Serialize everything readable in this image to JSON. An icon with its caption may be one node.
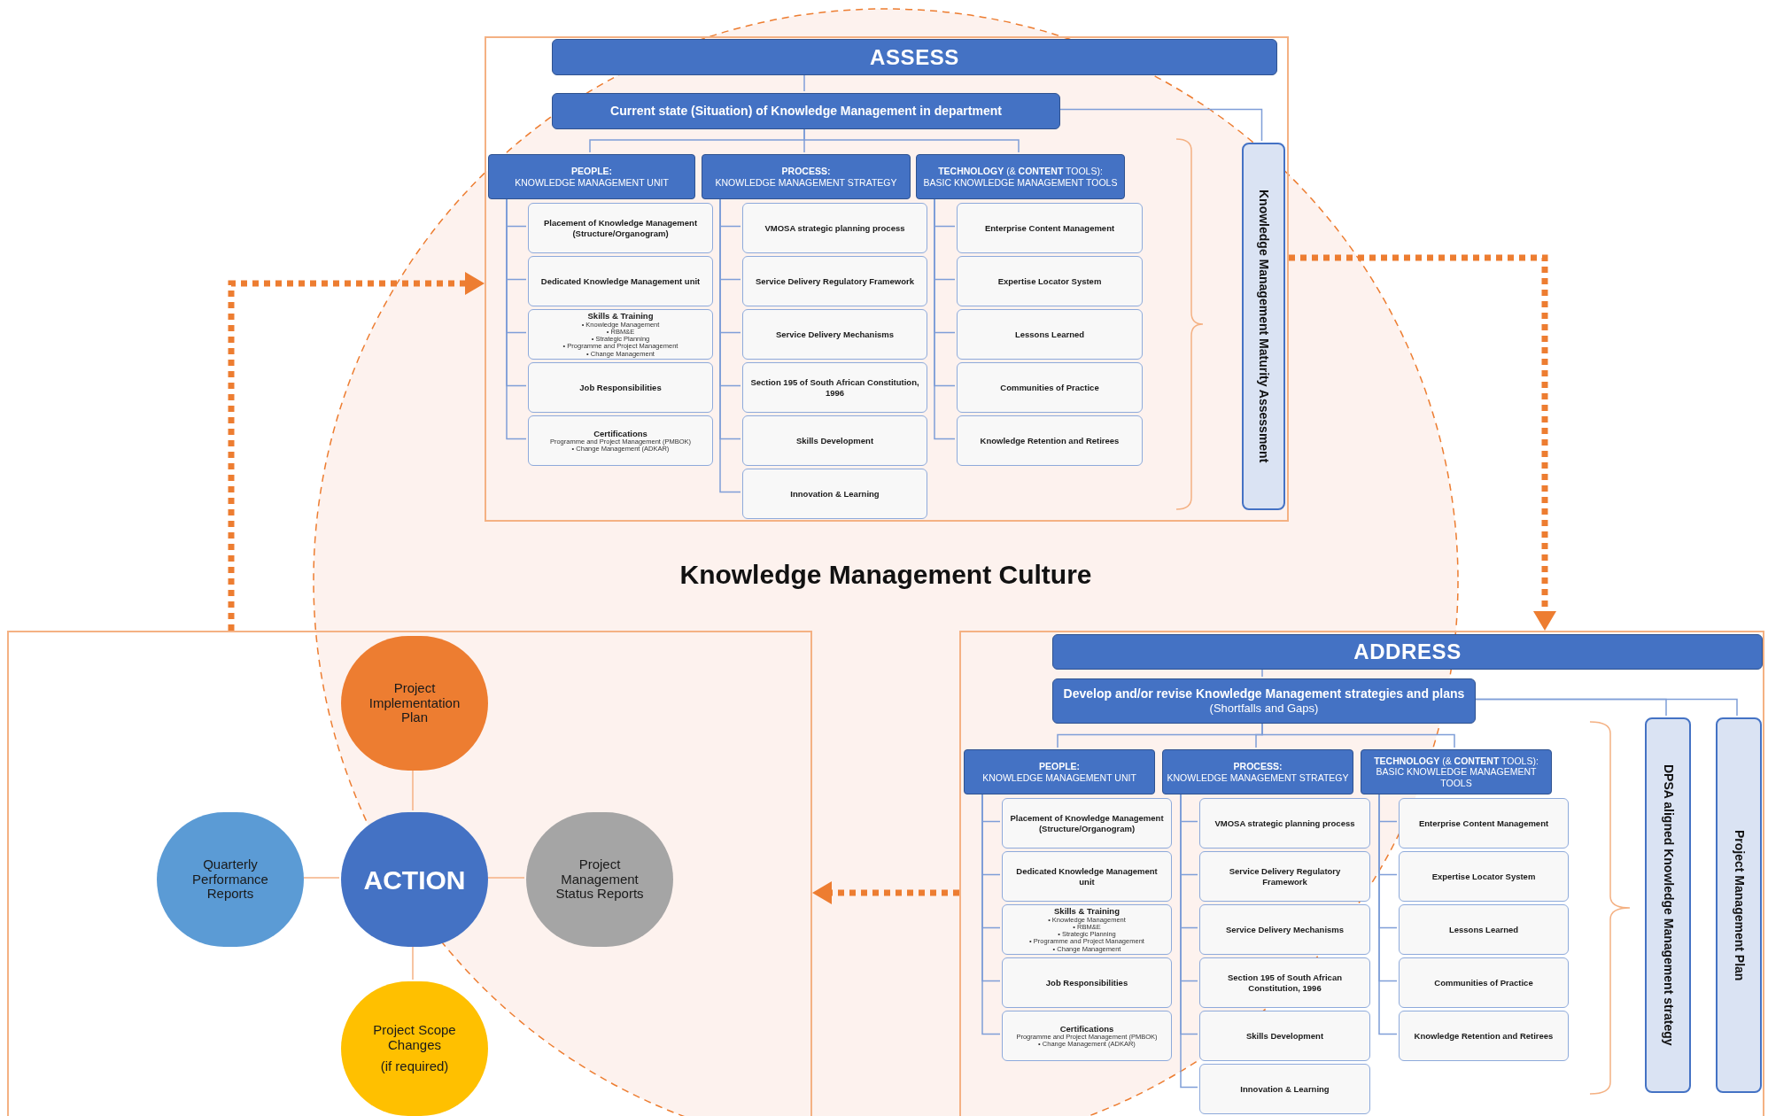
{
  "diagram": {
    "nodes": [
      {
        "text": [],
        "shape": "box"
      },
      {
        "text": [
          "ASSESS"
        ],
        "in": 0
      },
      {
        "text": [
          "Current state (Situation) of Knowledge Management in department"
        ],
        "in": 0
      },
      {
        "text": [
          "PEOPLE:",
          "KNOWLEDGE MANAGEMENT UNIT"
        ],
        "in": 0
      },
      {
        "text": [
          "PROCESS:",
          "KNOWLEDGE MANAGEMENT STRATEGY"
        ],
        "in": 0
      },
      {
        "text": [
          "**TECHNOLOGY** (& **CONTENT** TOOLS):",
          "BASIC KNOWLEDGE MANAGEMENT TOOLS"
        ],
        "in": 0
      },
      {
        "text": [
          "Placement of Knowledge Management (Structure/Organogram)"
        ],
        "in": 0
      },
      {
        "text": [
          "Dedicated Knowledge Management unit"
        ],
        "in": 0
      },
      {
        "text": [
          "Skills & Training",
          "• Knowledge Management",
          "• RBM&E",
          "• Strategic Planning",
          "• Programme and Project Management",
          "• Change Management"
        ],
        "in": 0
      },
      {
        "text": [
          "Job Responsibilities"
        ],
        "in": 0
      },
      {
        "text": [
          "Certifications",
          "Programme and Project Management (PMBOK)",
          "• Change Management (ADKAR)"
        ],
        "in": 0
      },
      {
        "text": [
          "VMOSA strategic planning process"
        ],
        "in": 0
      },
      {
        "text": [
          "Service Delivery Regulatory Framework"
        ],
        "in": 0
      },
      {
        "text": [
          "Service Delivery Mechanisms"
        ],
        "in": 0
      },
      {
        "text": [
          "Section 195 of South African Constitution, 1996"
        ],
        "in": 0
      },
      {
        "text": [
          "Skills Development"
        ],
        "in": 0
      },
      {
        "text": [
          "Innovation & Learning"
        ],
        "in": 0
      },
      {
        "text": [
          "Enterprise Content Management"
        ],
        "in": 0
      },
      {
        "text": [
          "Expertise Locator System"
        ],
        "in": 0
      },
      {
        "text": [
          "Lessons Learned"
        ],
        "in": 0
      },
      {
        "text": [
          "Communities of Practice"
        ],
        "in": 0
      },
      {
        "text": [
          "Knowledge Retention and Retirees"
        ],
        "in": 0
      },
      {
        "text": [
          "Knowledge Management Maturity Assessment"
        ],
        "in": 0
      },
      {
        "text": [],
        "shape": "box"
      },
      {
        "text": [
          "ADDRESS"
        ],
        "in": 23
      },
      {
        "text": [
          "Develop and/or revise Knowledge Management strategies and plans",
          "(Shortfalls and Gaps)"
        ],
        "in": 23
      },
      {
        "text": [
          "PEOPLE:",
          "KNOWLEDGE MANAGEMENT UNIT"
        ],
        "in": 23
      },
      {
        "text": [
          "PROCESS:",
          "KNOWLEDGE MANAGEMENT STRATEGY"
        ],
        "in": 23
      },
      {
        "text": [
          "**TECHNOLOGY** (& **CONTENT** TOOLS):",
          "BASIC KNOWLEDGE MANAGEMENT TOOLS"
        ],
        "in": 23
      },
      {
        "text": [
          "Placement of Knowledge Management (Structure/Organogram)"
        ],
        "in": 23
      },
      {
        "text": [
          "Dedicated Knowledge Management unit"
        ],
        "in": 23
      },
      {
        "text": [
          "Skills & Training",
          "• Knowledge Management",
          "• RBM&E",
          "• Strategic Planning",
          "• Programme and Project Management",
          "• Change Management"
        ],
        "in": 23
      },
      {
        "text": [
          "Job Responsibilities"
        ],
        "in": 23
      },
      {
        "text": [
          "Certifications",
          "Programme and Project Management (PMBOK)",
          "• Change Management (ADKAR)"
        ],
        "in": 23
      },
      {
        "text": [
          "VMOSA strategic planning process"
        ],
        "in": 23
      },
      {
        "text": [
          "Service Delivery Regulatory Framework"
        ],
        "in": 23
      },
      {
        "text": [
          "Service Delivery Mechanisms"
        ],
        "in": 23
      },
      {
        "text": [
          "Section 195 of South African Constitution, 1996"
        ],
        "in": 23
      },
      {
        "text": [
          "Skills Development"
        ],
        "in": 23
      },
      {
        "text": [
          "Innovation & Learning"
        ],
        "in": 23
      },
      {
        "text": [
          "Enterprise Content Management"
        ],
        "in": 23
      },
      {
        "text": [
          "Expertise Locator System"
        ],
        "in": 23
      },
      {
        "text": [
          "Lessons Learned"
        ],
        "in": 23
      },
      {
        "text": [
          "Communities of Practice"
        ],
        "in": 23
      },
      {
        "text": [
          "Knowledge Retention and Retirees"
        ],
        "in": 23
      },
      {
        "text": [
          "DPSA aligned Knowledge Management strategy"
        ],
        "in": 23
      },
      {
        "text": [
          "Project Management Plan"
        ],
        "in": 23
      },
      {
        "text": [],
        "shape": "box"
      },
      {
        "text": [
          "Project Implementation Plan"
        ],
        "in": 47
      },
      {
        "text": [
          "Quarterly Performance Reports"
        ],
        "in": 47
      },
      {
        "text": [
          "ACTION"
        ],
        "in": 47
      },
      {
        "text": [
          "Project Management Status Reports"
        ],
        "in": 47
      },
      {
        "text": [
          "Project Scope Changes",
          "(if required)"
        ],
        "in": 47
      }
    ],
    "edges": [
      {
        "from": 1,
        "to": 2,
        "arrow": "none"
      },
      {
        "from": 2,
        "to": 3,
        "arrow": "none"
      },
      {
        "from": 2,
        "to": 4,
        "arrow": "none"
      },
      {
        "from": 2,
        "to": 5,
        "arrow": "none"
      },
      {
        "from": 2,
        "to": 22,
        "arrow": "none"
      },
      {
        "from": 3,
        "to": 6,
        "arrow": "none"
      },
      {
        "from": 3,
        "to": 7,
        "arrow": "none"
      },
      {
        "from": 3,
        "to": 8,
        "arrow": "none"
      },
      {
        "from": 3,
        "to": 9,
        "arrow": "none"
      },
      {
        "from": 3,
        "to": 10,
        "arrow": "none"
      },
      {
        "from": 4,
        "to": 11,
        "arrow": "none"
      },
      {
        "from": 4,
        "to": 12,
        "arrow": "none"
      },
      {
        "from": 4,
        "to": 13,
        "arrow": "none"
      },
      {
        "from": 4,
        "to": 14,
        "arrow": "none"
      },
      {
        "from": 4,
        "to": 15,
        "arrow": "none"
      },
      {
        "from": 4,
        "to": 16,
        "arrow": "none"
      },
      {
        "from": 5,
        "to": 17,
        "arrow": "none"
      },
      {
        "from": 5,
        "to": 18,
        "arrow": "none"
      },
      {
        "from": 5,
        "to": 19,
        "arrow": "none"
      },
      {
        "from": 5,
        "to": 20,
        "arrow": "none"
      },
      {
        "from": 5,
        "to": 21,
        "arrow": "none"
      },
      {
        "from": 24,
        "to": 25,
        "arrow": "none"
      },
      {
        "from": 25,
        "to": 26,
        "arrow": "none"
      },
      {
        "from": 25,
        "to": 27,
        "arrow": "none"
      },
      {
        "from": 25,
        "to": 28,
        "arrow": "none"
      },
      {
        "from": 25,
        "to": 45,
        "arrow": "none"
      },
      {
        "from": 25,
        "to": 46,
        "arrow": "none"
      },
      {
        "from": 26,
        "to": 29,
        "arrow": "none"
      },
      {
        "from": 26,
        "to": 30,
        "arrow": "none"
      },
      {
        "from": 26,
        "to": 31,
        "arrow": "none"
      },
      {
        "from": 26,
        "to": 32,
        "arrow": "none"
      },
      {
        "from": 26,
        "to": 33,
        "arrow": "none"
      },
      {
        "from": 27,
        "to": 34,
        "arrow": "none"
      },
      {
        "from": 27,
        "to": 35,
        "arrow": "none"
      },
      {
        "from": 27,
        "to": 36,
        "arrow": "none"
      },
      {
        "from": 27,
        "to": 37,
        "arrow": "none"
      },
      {
        "from": 27,
        "to": 38,
        "arrow": "none"
      },
      {
        "from": 27,
        "to": 39,
        "arrow": "none"
      },
      {
        "from": 28,
        "to": 40,
        "arrow": "none"
      },
      {
        "from": 28,
        "to": 41,
        "arrow": "none"
      },
      {
        "from": 28,
        "to": 42,
        "arrow": "none"
      },
      {
        "from": 28,
        "to": 43,
        "arrow": "none"
      },
      {
        "from": 28,
        "to": 44,
        "arrow": "none"
      },
      {
        "from": 50,
        "to": 48,
        "arrow": "none",
        "color": "#f4b183"
      },
      {
        "from": 50,
        "to": 49,
        "arrow": "none",
        "color": "#f4b183"
      },
      {
        "from": 50,
        "to": 51,
        "arrow": "none",
        "color": "#f4b183"
      },
      {
        "from": 50,
        "to": 52,
        "arrow": "none",
        "color": "#f4b183"
      },
      {
        "from": 0,
        "to": 23,
        "arrow": "to",
        "style": "dashed",
        "color": "#ed7d31"
      },
      {
        "from": 23,
        "to": 47,
        "arrow": "to",
        "style": "dashed",
        "color": "#ed7d31"
      },
      {
        "from": 47,
        "to": 0,
        "arrow": "to",
        "style": "dashed",
        "color": "#ed7d31"
      }
    ],
    "labels": [
      "Knowledge Management Culture"
    ]
  }
}
